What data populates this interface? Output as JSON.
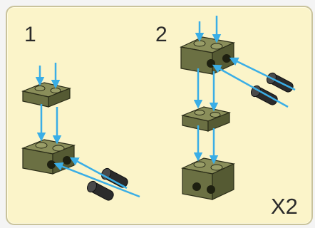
{
  "steps": [
    {
      "number": "1"
    },
    {
      "number": "2"
    }
  ],
  "multiplier_label": "X2",
  "colors": {
    "panel_background": "#fbf4c9",
    "panel_border": "#c9c39c",
    "brick_top": "#8a8e5a",
    "brick_left": "#6b7043",
    "brick_right": "#555a33",
    "arrow": "#3aaee6",
    "number_text": "#2a2a2a"
  },
  "icons": {
    "brick": "olive-technic-brick-1x2-icon",
    "plate": "olive-plate-1x2-icon",
    "pin": "dark-technic-pin-icon",
    "arrow": "blue-assembly-arrow-icon"
  }
}
